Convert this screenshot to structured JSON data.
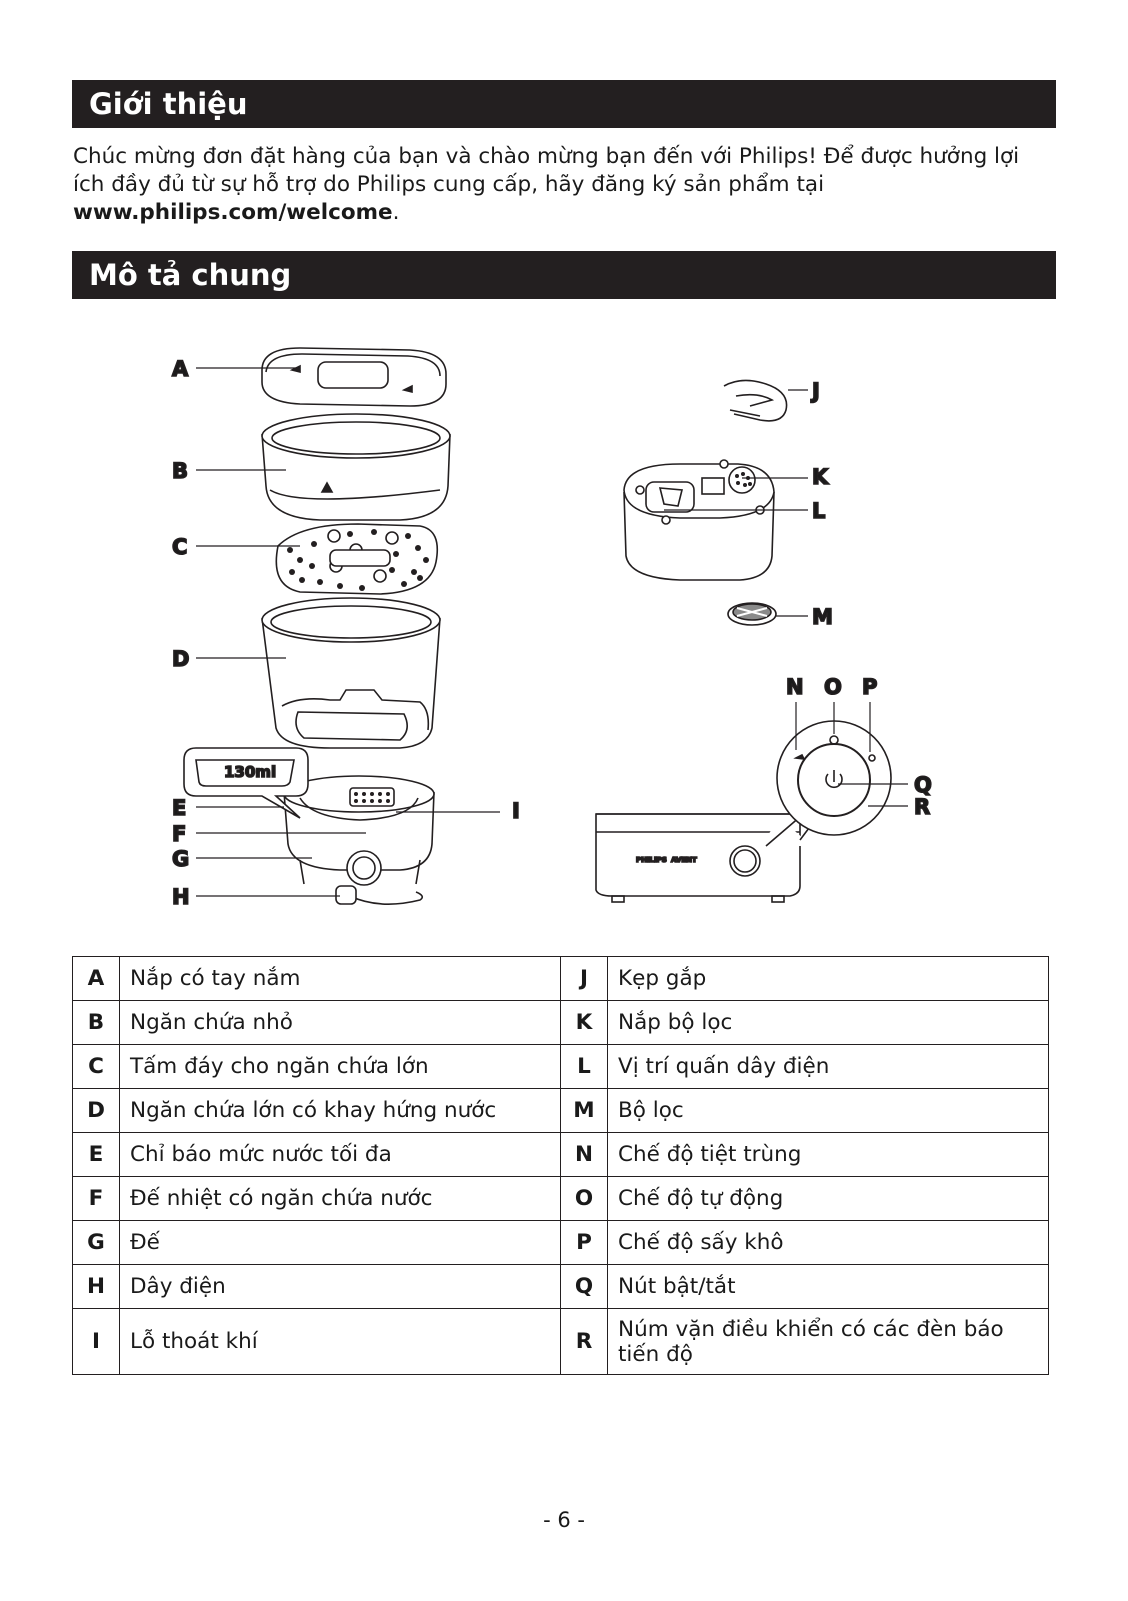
{
  "sections": {
    "intro_title": "Giới thiệu",
    "overview_title": "Mô tả chung"
  },
  "intro": {
    "text1": "Chúc mừng đơn đặt hàng của bạn và chào mừng bạn đến với Philips! Để được hưởng lợi ích đầy đủ từ sự hỗ trợ do Philips cung cấp, hãy đăng ký sản phẩm tại ",
    "link": "www.philips.com/welcome",
    "text2": "."
  },
  "diagram": {
    "water_level": "130ml",
    "brand": "PHILIPS",
    "brand_sub": "AVENT",
    "labels": [
      "A",
      "B",
      "C",
      "D",
      "E",
      "F",
      "G",
      "H",
      "I",
      "J",
      "K",
      "L",
      "M",
      "N",
      "O",
      "P",
      "Q",
      "R"
    ]
  },
  "parts": {
    "rows": [
      {
        "lk": "A",
        "lv": "Nắp có tay nắm",
        "rk": "J",
        "rv": "Kẹp gắp"
      },
      {
        "lk": "B",
        "lv": "Ngăn chứa nhỏ",
        "rk": "K",
        "rv": "Nắp bộ lọc"
      },
      {
        "lk": "C",
        "lv": "Tấm đáy cho ngăn chứa lớn",
        "rk": "L",
        "rv": "Vị trí quấn dây điện"
      },
      {
        "lk": "D",
        "lv": "Ngăn chứa lớn có khay hứng nước",
        "rk": "M",
        "rv": "Bộ lọc"
      },
      {
        "lk": "E",
        "lv": "Chỉ báo mức nước tối đa",
        "rk": "N",
        "rv": "Chế độ tiệt trùng"
      },
      {
        "lk": "F",
        "lv": "Đế nhiệt có ngăn chứa nước",
        "rk": "O",
        "rv": "Chế độ tự động"
      },
      {
        "lk": "G",
        "lv": "Đế",
        "rk": "P",
        "rv": "Chế độ sấy khô"
      },
      {
        "lk": "H",
        "lv": "Dây điện",
        "rk": "Q",
        "rv": "Nút bật/tắt"
      },
      {
        "lk": "I",
        "lv": "Lỗ thoát khí",
        "rk": "R",
        "rv": "Núm vặn điều khiển có các đèn báo tiến độ"
      }
    ]
  },
  "page_number": "- 6 -"
}
